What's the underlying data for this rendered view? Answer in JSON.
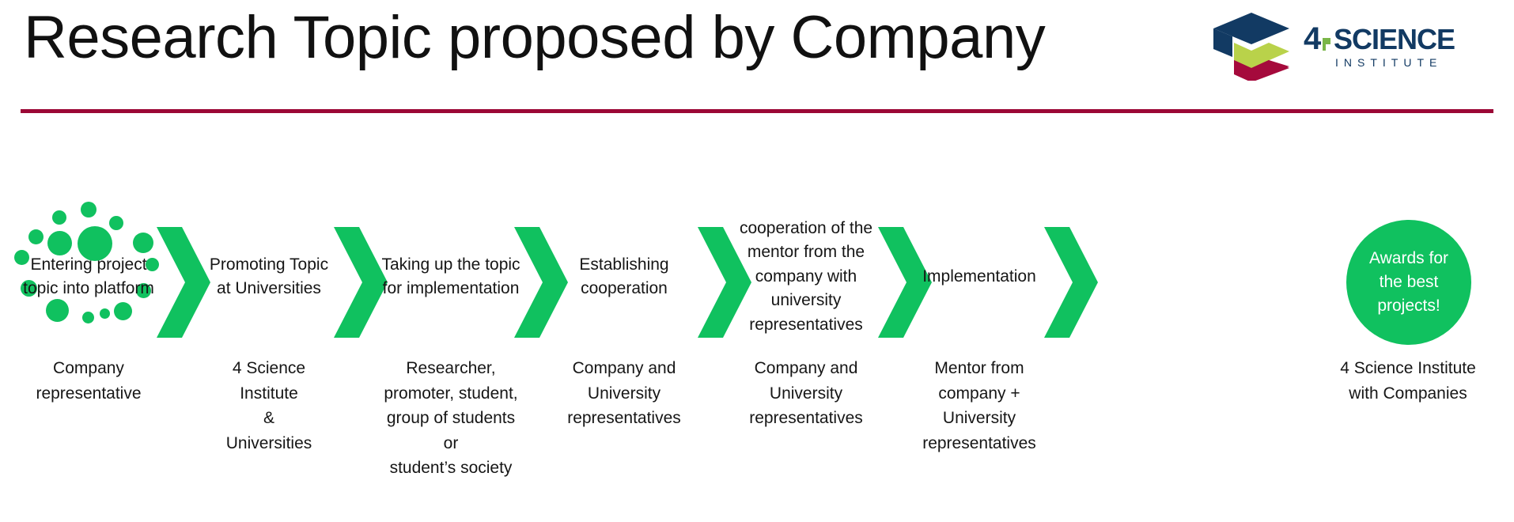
{
  "header": {
    "title": "Research Topic proposed by Company",
    "rule_color": "#9b0836",
    "logo": {
      "name": "4-science-institute-logo",
      "brand_primary": "4",
      "brand_word": "SCIENCE",
      "brand_sub": "I N S T I T U T E",
      "navy": "#123a63",
      "lime": "#b9d24a",
      "crimson": "#a50a3c"
    }
  },
  "diagram": {
    "accent_green": "#10c15f",
    "text_color": "#161616",
    "stages": [
      {
        "id": "entering-project-topic",
        "label": "Entering project\ntopic into platform",
        "actor": "Company\nrepresentative",
        "icon": "dot-cluster-icon"
      },
      {
        "id": "promoting-topic",
        "label": "Promoting Topic\nat Universities",
        "actor": "4 Science Institute\n&\nUniversities",
        "icon": "chevron-right-icon"
      },
      {
        "id": "taking-up-topic",
        "label": "Taking up the topic\nfor implementation",
        "actor": "Researcher,\npromoter, student,\ngroup of students or\nstudent’s society",
        "icon": "chevron-right-icon"
      },
      {
        "id": "establishing-cooperation",
        "label": "Establishing\ncooperation",
        "actor": "Company and\nUniversity\nrepresentatives",
        "icon": "chevron-right-icon"
      },
      {
        "id": "mentor-cooperation",
        "label": "cooperation of the\nmentor from the\ncompany with\nuniversity\nrepresentatives",
        "actor": "Company and\nUniversity\nrepresentatives",
        "icon": "chevron-right-icon"
      },
      {
        "id": "implementation",
        "label": "Implementation",
        "actor": "Mentor from\ncompany +\nUniversity\nrepresentatives",
        "icon": "chevron-right-icon"
      },
      {
        "id": "awards",
        "label": "Awards for\nthe best\nprojects!",
        "actor": "4 Science Institute\nwith Companies",
        "icon": "circle-badge-icon"
      }
    ]
  }
}
